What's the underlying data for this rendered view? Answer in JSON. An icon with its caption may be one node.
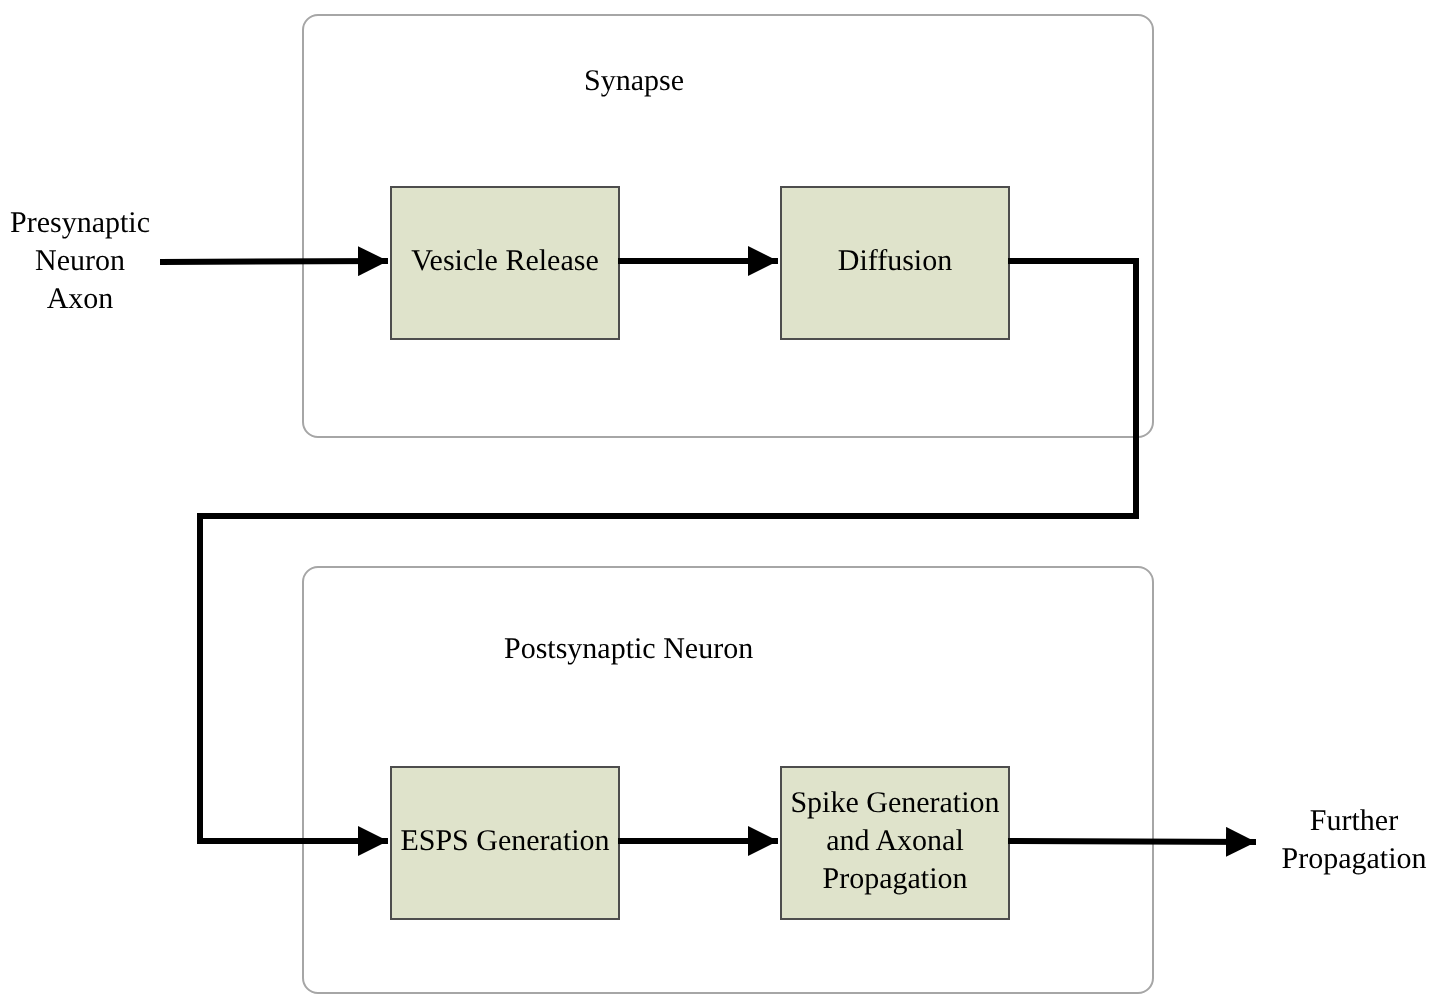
{
  "diagram": {
    "nodes": [
      {
        "text": [
          "Synapse"
        ]
      },
      {
        "text": [
          "Vesicle Release"
        ],
        "in": 0
      },
      {
        "text": [
          "Diffusion"
        ],
        "in": 0
      },
      {
        "text": [
          "Presynaptic Neuron Axon"
        ]
      },
      {
        "text": [
          "Postsynaptic Neuron"
        ]
      },
      {
        "text": [
          "ESPS Generation"
        ],
        "in": 4
      },
      {
        "text": [
          "Spike Generation and Axonal Propagation"
        ],
        "in": 4
      },
      {
        "text": [
          "Further Propagation"
        ]
      }
    ],
    "edges": [
      {
        "from": 3,
        "to": 1,
        "arrow": "to"
      },
      {
        "from": 1,
        "to": 2,
        "arrow": "to"
      },
      {
        "from": 2,
        "to": 5,
        "arrow": "to"
      },
      {
        "from": 5,
        "to": 6,
        "arrow": "to"
      },
      {
        "from": 6,
        "to": 7,
        "arrow": "to"
      }
    ]
  }
}
